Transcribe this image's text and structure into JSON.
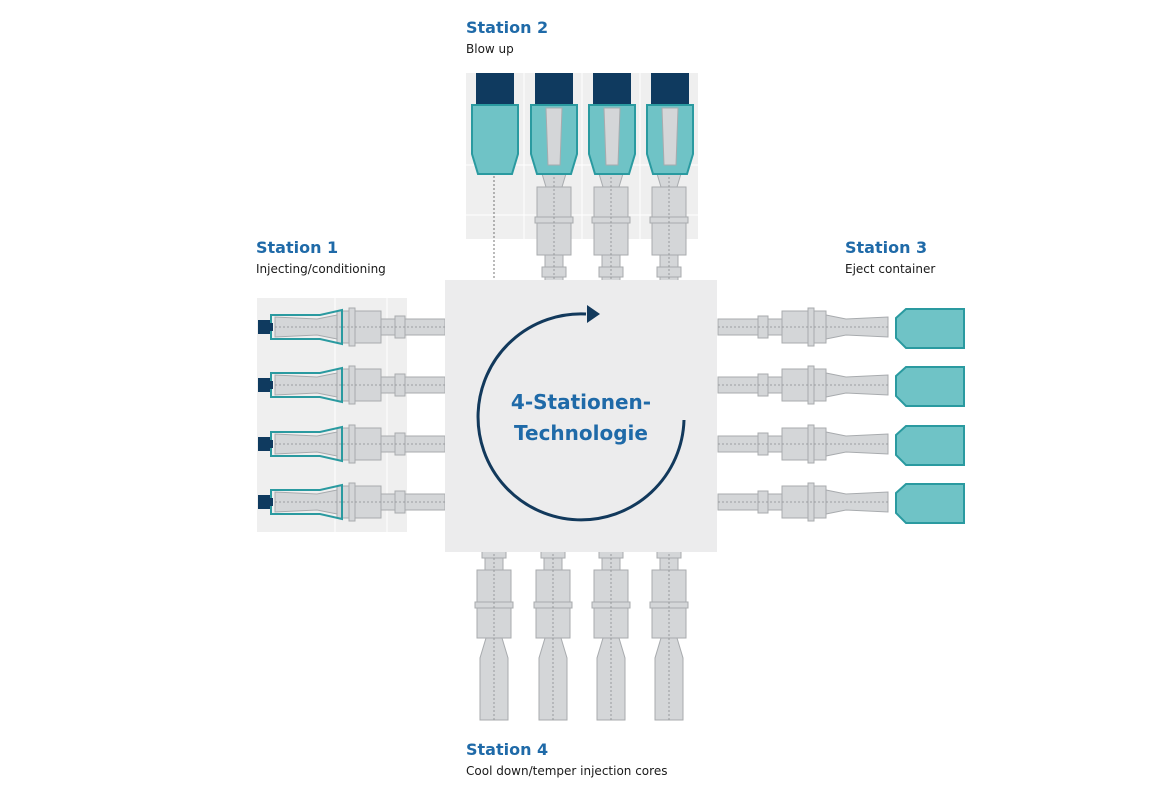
{
  "center": {
    "title_line1": "4-Stationen-",
    "title_line2": "Technologie"
  },
  "stations": [
    {
      "id": "station-1",
      "title": "Station 1",
      "subtitle": "Injecting/conditioning"
    },
    {
      "id": "station-2",
      "title": "Station 2",
      "subtitle": "Blow up"
    },
    {
      "id": "station-3",
      "title": "Station 3",
      "subtitle": "Eject container"
    },
    {
      "id": "station-4",
      "title": "Station 4",
      "subtitle": "Cool down/temper injection cores"
    }
  ],
  "colors": {
    "accent_blue": "#1f6aa8",
    "dark_navy": "#0f3a5f",
    "teal": "#6fc3c6",
    "teal_outline": "#2a9aa0",
    "steel_gray": "#d4d6d8",
    "steel_outline": "#a8abae",
    "center_block": "#ececed",
    "panel": "#efefef",
    "arrow": "#12395c"
  }
}
